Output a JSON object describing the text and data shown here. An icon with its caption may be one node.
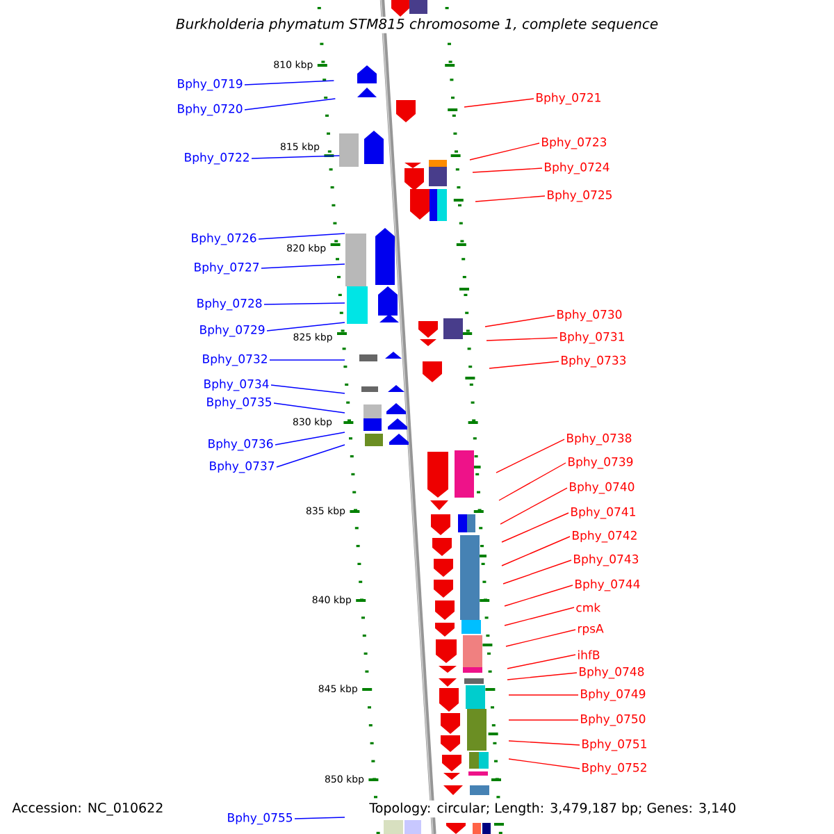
{
  "diagram": {
    "title": "Burkholderia phymatum STM815 chromosome 1, complete sequence",
    "nodes": [
      {
        "text": [
          "Bphy_0719"
        ]
      },
      {
        "text": [
          "Bphy_0721"
        ]
      },
      {
        "text": [
          "Bphy_0720"
        ]
      },
      {
        "text": [
          "Bphy_0723"
        ]
      },
      {
        "text": [
          "Bphy_0722"
        ]
      },
      {
        "text": [
          "Bphy_0724"
        ]
      },
      {
        "text": [
          "Bphy_0725"
        ]
      },
      {
        "text": [
          "Bphy_0726"
        ]
      },
      {
        "text": [
          "Bphy_0727"
        ]
      },
      {
        "text": [
          "Bphy_0728"
        ]
      },
      {
        "text": [
          "Bphy_0730"
        ]
      },
      {
        "text": [
          "Bphy_0729"
        ]
      },
      {
        "text": [
          "Bphy_0731"
        ]
      },
      {
        "text": [
          "Bphy_0732"
        ]
      },
      {
        "text": [
          "Bphy_0733"
        ]
      },
      {
        "text": [
          "Bphy_0734"
        ]
      },
      {
        "text": [
          "Bphy_0735"
        ]
      },
      {
        "text": [
          "Bphy_0736"
        ]
      },
      {
        "text": [
          "Bphy_0738"
        ]
      },
      {
        "text": [
          "Bphy_0737"
        ]
      },
      {
        "text": [
          "Bphy_0739"
        ]
      },
      {
        "text": [
          "Bphy_0740"
        ]
      },
      {
        "text": [
          "Bphy_0741"
        ]
      },
      {
        "text": [
          "Bphy_0742"
        ]
      },
      {
        "text": [
          "Bphy_0743"
        ]
      },
      {
        "text": [
          "Bphy_0744"
        ]
      },
      {
        "text": [
          "cmk"
        ]
      },
      {
        "text": [
          "rpsA"
        ]
      },
      {
        "text": [
          "ihfB"
        ]
      },
      {
        "text": [
          "Bphy_0748"
        ]
      },
      {
        "text": [
          "Bphy_0749"
        ]
      },
      {
        "text": [
          "Bphy_0750"
        ]
      },
      {
        "text": [
          "Bphy_0751"
        ]
      },
      {
        "text": [
          "Bphy_0752"
        ]
      },
      {
        "text": [
          "Bphy_0755"
        ]
      }
    ],
    "edges": [
      {
        "from": 0,
        "to": null,
        "arrow": "none",
        "color": "#0000ff"
      },
      {
        "from": 1,
        "to": null,
        "arrow": "none"
      },
      {
        "from": 2,
        "to": null,
        "arrow": "none",
        "color": "#0000ff"
      },
      {
        "from": 3,
        "to": null,
        "arrow": "none"
      },
      {
        "from": 4,
        "to": null,
        "arrow": "none",
        "color": "#0000ff"
      },
      {
        "from": 5,
        "to": null,
        "arrow": "none"
      },
      {
        "from": 6,
        "to": null,
        "arrow": "none"
      },
      {
        "from": 7,
        "to": null,
        "arrow": "none",
        "color": "#0000ff"
      },
      {
        "from": 8,
        "to": null,
        "arrow": "none",
        "color": "#0000ff"
      },
      {
        "from": 9,
        "to": null,
        "arrow": "none",
        "color": "#0000ff"
      },
      {
        "from": 10,
        "to": null,
        "arrow": "none"
      },
      {
        "from": 11,
        "to": null,
        "arrow": "none",
        "color": "#0000ff"
      },
      {
        "from": 12,
        "to": null,
        "arrow": "none"
      },
      {
        "from": 13,
        "to": null,
        "arrow": "none",
        "color": "#0000ff"
      },
      {
        "from": 14,
        "to": null,
        "arrow": "none"
      },
      {
        "from": 15,
        "to": null,
        "arrow": "none",
        "color": "#0000ff"
      },
      {
        "from": 16,
        "to": null,
        "arrow": "none",
        "color": "#0000ff"
      },
      {
        "from": 17,
        "to": null,
        "arrow": "none",
        "color": "#0000ff"
      },
      {
        "from": 18,
        "to": null,
        "arrow": "none"
      },
      {
        "from": 19,
        "to": null,
        "arrow": "none",
        "color": "#0000ff"
      },
      {
        "from": 20,
        "to": null,
        "arrow": "none"
      },
      {
        "from": 21,
        "to": null,
        "arrow": "none"
      },
      {
        "from": 22,
        "to": null,
        "arrow": "none"
      },
      {
        "from": 23,
        "to": null,
        "arrow": "none"
      },
      {
        "from": 24,
        "to": null,
        "arrow": "none"
      },
      {
        "from": 25,
        "to": null,
        "arrow": "none"
      },
      {
        "from": 26,
        "to": null,
        "arrow": "none"
      },
      {
        "from": 27,
        "to": null,
        "arrow": "none"
      },
      {
        "from": 28,
        "to": null,
        "arrow": "none"
      },
      {
        "from": 29,
        "to": null,
        "arrow": "none"
      },
      {
        "from": 30,
        "to": null,
        "arrow": "none"
      },
      {
        "from": 31,
        "to": null,
        "arrow": "none"
      },
      {
        "from": 32,
        "to": null,
        "arrow": "none"
      },
      {
        "from": 33,
        "to": null,
        "arrow": "none"
      },
      {
        "from": 34,
        "to": null,
        "arrow": "none",
        "color": "#0000ff"
      }
    ],
    "labels": [
      "810 kbp",
      "815 kbp",
      "820 kbp",
      "825 kbp",
      "830 kbp",
      "835 kbp",
      "840 kbp",
      "845 kbp",
      "850 kbp",
      "Accession: NC_010622",
      "Topology: circular; Length: 3,479,187 bp; Genes: 3,140"
    ]
  }
}
